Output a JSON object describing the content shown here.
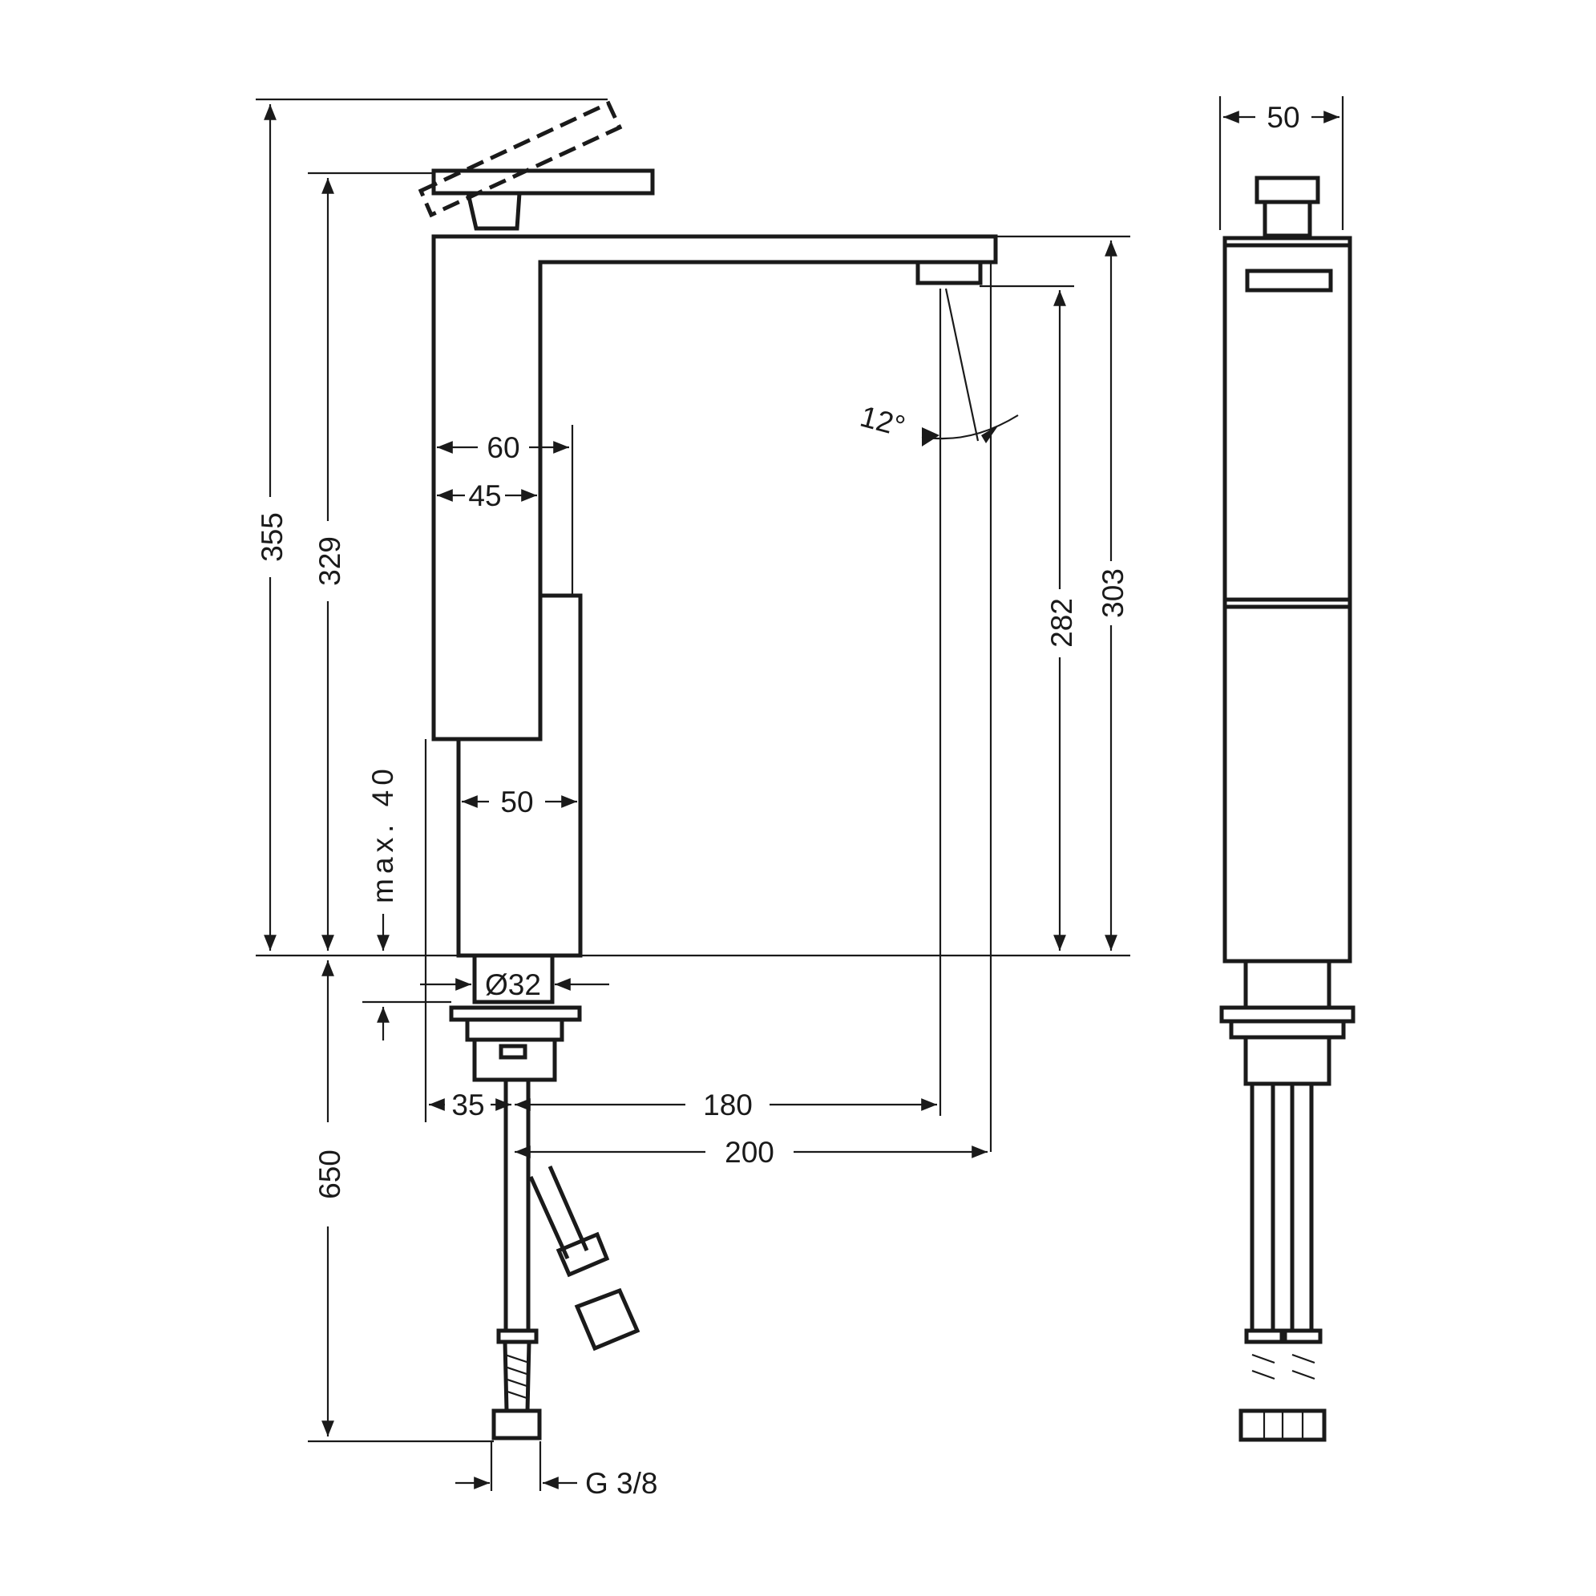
{
  "dimensions": {
    "total_height": "355",
    "lever_height": "329",
    "spout_height": "303",
    "outlet_height": "282",
    "body_width_top": "60",
    "body_width_inner": "45",
    "base_width": "50",
    "side_width": "50",
    "max_deck": "max. 40",
    "hole_diameter": "Ø32",
    "offset_35": "35",
    "reach_180": "180",
    "reach_200": "200",
    "hose_length": "650",
    "thread": "G 3/8",
    "angle": "12°"
  },
  "colors": {
    "line": "#1a1a1a",
    "background": "#ffffff"
  }
}
